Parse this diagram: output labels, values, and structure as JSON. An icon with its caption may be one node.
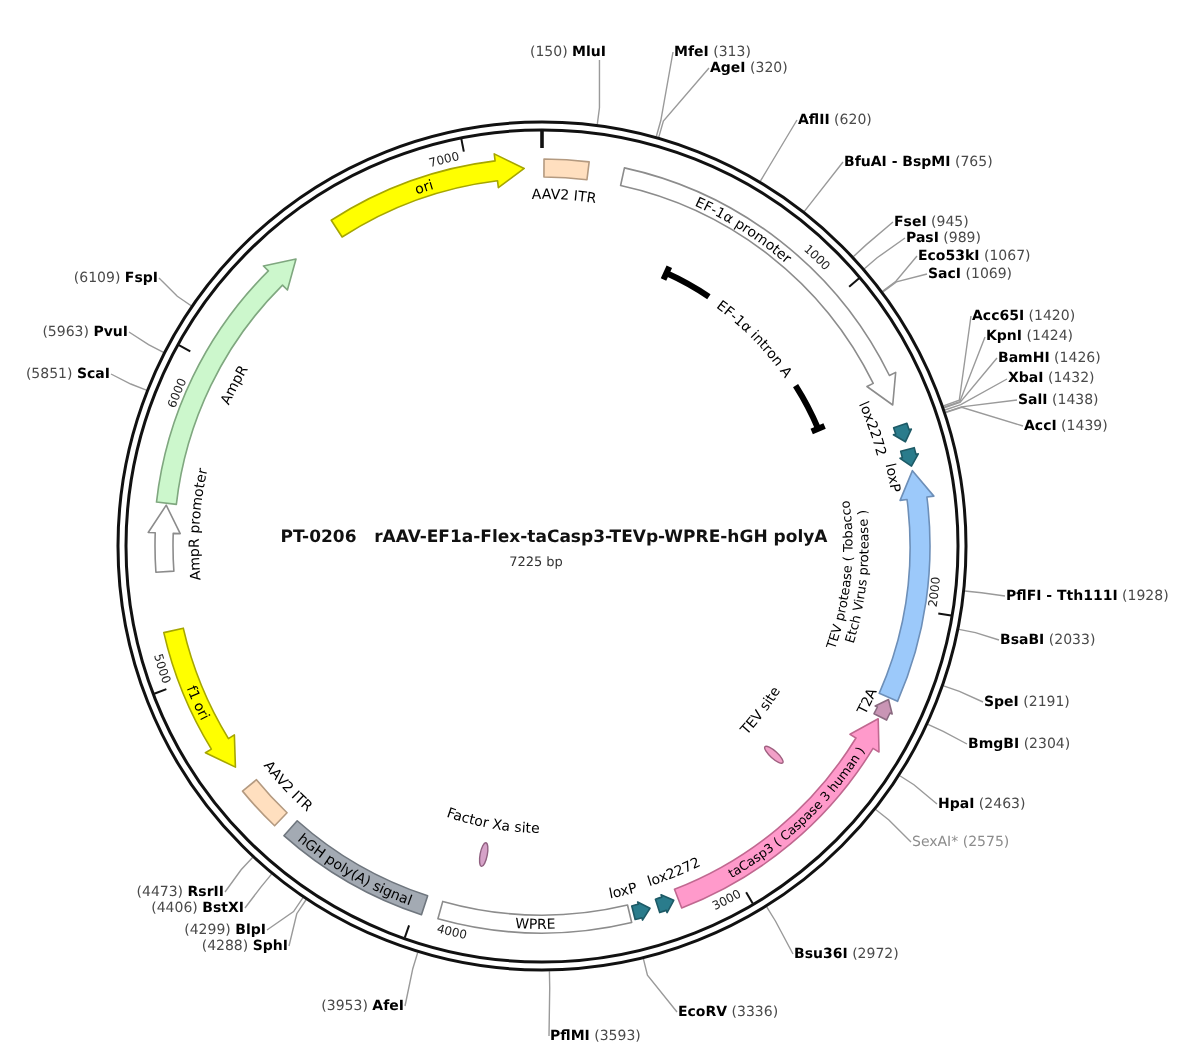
{
  "diagram": {
    "title": "PT-0206   rAAV-EF1a-Flex-taCasp3-TEVp-WPRE-hGH polyA",
    "nodes": [
      {
        "text": [
          "AAV2 ITR"
        ]
      },
      {
        "text": [
          "EF-1α promoter"
        ]
      },
      {
        "text": [
          "EF-1α intron A"
        ]
      },
      {
        "text": [
          "lox2272"
        ]
      },
      {
        "text": [
          "loxP"
        ]
      },
      {
        "text": [
          "TEV protease ( Tobacco Etch Virus protease )"
        ]
      },
      {
        "text": [
          "T2A"
        ]
      },
      {
        "text": [
          "taCasp3 ( Caspase 3 human )"
        ]
      },
      {
        "text": [
          "TEV site"
        ]
      },
      {
        "text": [
          "lox2272"
        ]
      },
      {
        "text": [
          "loxP"
        ]
      },
      {
        "text": [
          "WPRE"
        ]
      },
      {
        "text": [
          "Factor Xa site"
        ]
      },
      {
        "text": [
          "hGH poly(A) signal"
        ]
      },
      {
        "text": [
          "AAV2 ITR"
        ]
      },
      {
        "text": [
          "f1 ori"
        ]
      },
      {
        "text": [
          "AmpR promoter"
        ]
      },
      {
        "text": [
          "AmpR"
        ]
      },
      {
        "text": [
          "ori"
        ]
      },
      {
        "text": [
          "(150) **MluI**"
        ]
      },
      {
        "text": [
          "**MfeI** (313)"
        ]
      },
      {
        "text": [
          "**AgeI** (320)"
        ]
      },
      {
        "text": [
          "**AflII** (620)"
        ]
      },
      {
        "text": [
          "**BfuAI - BspMI** (765)"
        ]
      },
      {
        "text": [
          "**FseI** (945)"
        ]
      },
      {
        "text": [
          "**PasI** (989)"
        ]
      },
      {
        "text": [
          "**Eco53kI** (1067)"
        ]
      },
      {
        "text": [
          "**SacI** (1069)"
        ]
      },
      {
        "text": [
          "**Acc65I** (1420)"
        ]
      },
      {
        "text": [
          "**KpnI** (1424)"
        ]
      },
      {
        "text": [
          "**BamHI** (1426)"
        ]
      },
      {
        "text": [
          "**XbaI** (1432)"
        ]
      },
      {
        "text": [
          "**SalI** (1438)"
        ]
      },
      {
        "text": [
          "**AccI** (1439)"
        ]
      },
      {
        "text": [
          "**PflFI - Tth111I** (1928)"
        ]
      },
      {
        "text": [
          "**BsaBI** (2033)"
        ]
      },
      {
        "text": [
          "**SpeI** (2191)"
        ]
      },
      {
        "text": [
          "**BmgBI** (2304)"
        ]
      },
      {
        "text": [
          "**HpaI** (2463)"
        ]
      },
      {
        "text": [
          "SexAI* (2575)"
        ]
      },
      {
        "text": [
          "**Bsu36I** (2972)"
        ]
      },
      {
        "text": [
          "**EcoRV** (3336)"
        ]
      },
      {
        "text": [
          "**PflMI** (3593)"
        ]
      },
      {
        "text": [
          "(3953) **AfeI**"
        ]
      },
      {
        "text": [
          "(4288) **SphI**"
        ]
      },
      {
        "text": [
          "(4299) **BlpI**"
        ]
      },
      {
        "text": [
          "(4406) **BstXI**"
        ]
      },
      {
        "text": [
          "(4473) **RsrII**"
        ]
      },
      {
        "text": [
          "(5851) **ScaI**"
        ]
      },
      {
        "text": [
          "(5963) **PvuI**"
        ]
      },
      {
        "text": [
          "(6109) **FspI**"
        ]
      }
    ],
    "edges": [
      {
        "from": 19,
        "to": null,
        "arrow": "none"
      },
      {
        "from": 20,
        "to": null,
        "arrow": "none"
      },
      {
        "from": 21,
        "to": null,
        "arrow": "none"
      },
      {
        "from": 22,
        "to": null,
        "arrow": "none"
      },
      {
        "from": 23,
        "to": null,
        "arrow": "none"
      },
      {
        "from": 24,
        "to": null,
        "arrow": "none"
      },
      {
        "from": 25,
        "to": null,
        "arrow": "none"
      },
      {
        "from": 26,
        "to": null,
        "arrow": "none"
      },
      {
        "from": 27,
        "to": null,
        "arrow": "none"
      },
      {
        "from": 28,
        "to": null,
        "arrow": "none"
      },
      {
        "from": 29,
        "to": null,
        "arrow": "none"
      },
      {
        "from": 30,
        "to": null,
        "arrow": "none"
      },
      {
        "from": 31,
        "to": null,
        "arrow": "none"
      },
      {
        "from": 32,
        "to": null,
        "arrow": "none"
      },
      {
        "from": 33,
        "to": null,
        "arrow": "none"
      },
      {
        "from": 34,
        "to": null,
        "arrow": "none"
      },
      {
        "from": 35,
        "to": null,
        "arrow": "none"
      },
      {
        "from": 36,
        "to": null,
        "arrow": "none"
      },
      {
        "from": 37,
        "to": null,
        "arrow": "none"
      },
      {
        "from": 38,
        "to": null,
        "arrow": "none"
      },
      {
        "from": 39,
        "to": null,
        "arrow": "none"
      },
      {
        "from": 40,
        "to": null,
        "arrow": "none"
      },
      {
        "from": 41,
        "to": null,
        "arrow": "none"
      },
      {
        "from": 42,
        "to": null,
        "arrow": "none"
      },
      {
        "from": 43,
        "to": null,
        "arrow": "none"
      },
      {
        "from": 44,
        "to": null,
        "arrow": "none"
      },
      {
        "from": 45,
        "to": null,
        "arrow": "none"
      },
      {
        "from": 46,
        "to": null,
        "arrow": "none"
      },
      {
        "from": 47,
        "to": null,
        "arrow": "none"
      },
      {
        "from": 48,
        "to": null,
        "arrow": "none"
      },
      {
        "from": 49,
        "to": null,
        "arrow": "none"
      },
      {
        "from": 50,
        "to": null,
        "arrow": "none"
      }
    ],
    "labels": [
      "7225 bp",
      "1000",
      "2000",
      "3000",
      "4000",
      "5000",
      "6000",
      "7000"
    ]
  }
}
